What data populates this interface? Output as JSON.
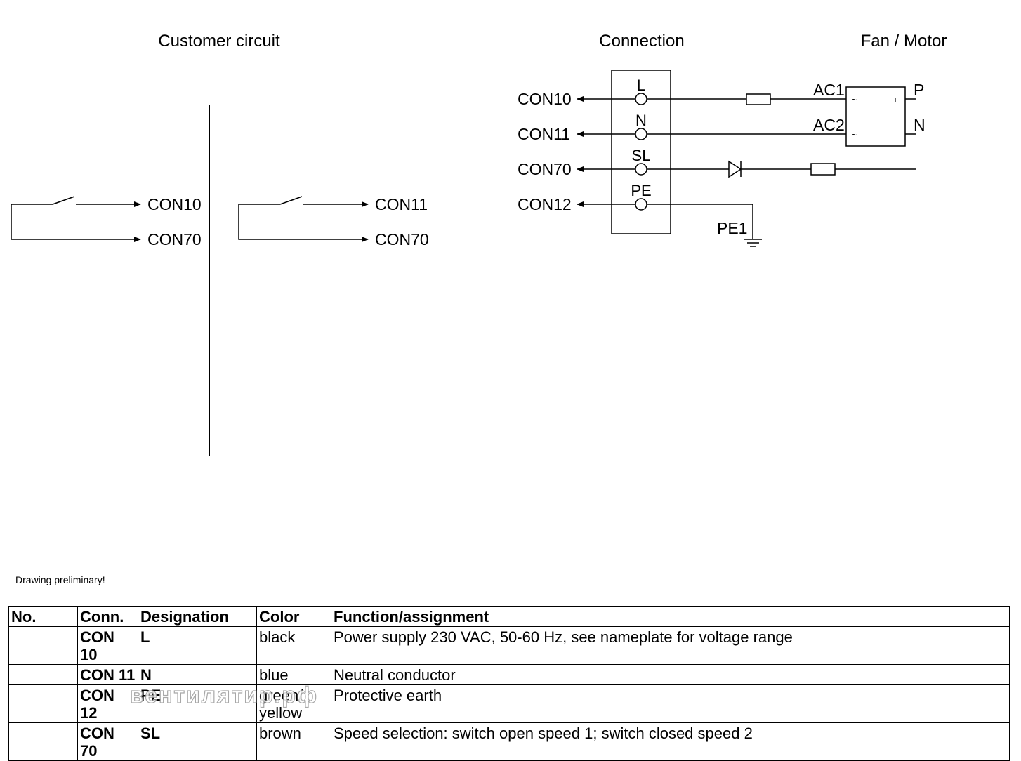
{
  "headers": {
    "customer_circuit": "Customer circuit",
    "connection": "Connection",
    "fan_motor": "Fan / Motor"
  },
  "customer_circuit": {
    "left": {
      "top_label": "CON10",
      "bottom_label": "CON70"
    },
    "right": {
      "top_label": "CON11",
      "bottom_label": "CON70"
    }
  },
  "connection": {
    "wires": [
      {
        "con": "CON10",
        "terminal": "L"
      },
      {
        "con": "CON11",
        "terminal": "N"
      },
      {
        "con": "CON70",
        "terminal": "SL"
      },
      {
        "con": "CON12",
        "terminal": "PE"
      }
    ],
    "earth_label": "PE1"
  },
  "motor": {
    "in_top": "AC1",
    "in_bottom": "AC2",
    "out_top": "P",
    "out_bottom": "N",
    "sym_ac_top": "~",
    "sym_ac_bottom": "~",
    "sym_plus": "+",
    "sym_minus": "–"
  },
  "note": "Drawing preliminary!",
  "table": {
    "headers": [
      "No.",
      "Conn.",
      "Designation",
      "Color",
      "Function/assignment"
    ],
    "rows": [
      {
        "no": "",
        "conn": "CON 10",
        "designation": "L",
        "color": "black",
        "function": "Power supply 230 VAC, 50-60 Hz, see nameplate for voltage range"
      },
      {
        "no": "",
        "conn": "CON 11",
        "designation": "N",
        "color": "blue",
        "function": "Neutral conductor"
      },
      {
        "no": "",
        "conn": "CON 12",
        "designation": "PE",
        "color": "green/ yellow",
        "function": "Protective earth"
      },
      {
        "no": "",
        "conn": "CON 70",
        "designation": "SL",
        "color": "brown",
        "function": "Speed selection: switch open speed 1; switch closed speed 2"
      }
    ]
  },
  "watermark": "вентилятир.рф"
}
